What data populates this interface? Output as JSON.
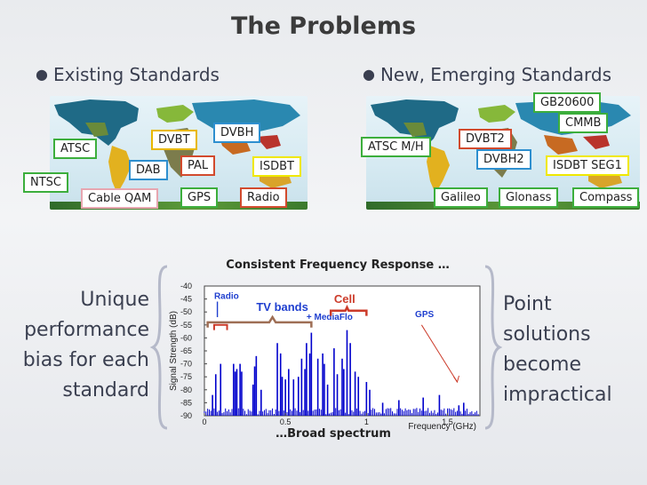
{
  "title": "The Problems",
  "left_section": {
    "bullet": "Existing Standards",
    "tags": {
      "atsc": "ATSC",
      "dvbt": "DVBT",
      "dvbh": "DVBH",
      "ntsc": "NTSC",
      "dab": "DAB",
      "pal": "PAL",
      "isdbt": "ISDBT",
      "cable_qam": "Cable QAM",
      "gps": "GPS",
      "radio": "Radio"
    }
  },
  "right_section": {
    "bullet": "New, Emerging Standards",
    "tags": {
      "gb20600": "GB20600",
      "cmmb": "CMMB",
      "atsc_mh": "ATSC M/H",
      "dvbt2": "DVBT2",
      "dvbh2": "DVBH2",
      "isdbt_seg1": "ISDBT SEG1",
      "galileo": "Galileo",
      "glonass": "Glonass",
      "compass": "Compass"
    }
  },
  "side_left": [
    "Unique",
    "performance",
    "bias for each",
    "standard"
  ],
  "side_right": [
    "Point",
    "solutions",
    "become",
    "impractical"
  ],
  "chart_title": "Consistent Frequency Response …",
  "chart_subtitle": "…Broad spectrum",
  "colors": {
    "tag_green": "#3cae3c",
    "tag_gold": "#e8b800",
    "tag_red": "#d24a2d",
    "tag_blue": "#2e8fcf",
    "tag_yellow": "#f0e800",
    "tag_pink": "#e7a6b0",
    "spectrum": "#0000cc",
    "annotation_blue": "#1f3fcf",
    "annotation_red": "#cc3b2a"
  },
  "chart_data": {
    "type": "line",
    "xlabel": "Frequency (GHz)",
    "ylabel": "Signal Strength (dB)",
    "xlim": [
      0,
      1.7
    ],
    "ylim": [
      -90,
      -40
    ],
    "x_ticks": [
      0,
      0.5,
      1,
      1.5
    ],
    "x_tick_labels": [
      "0",
      "0.5",
      "1",
      "1.5"
    ],
    "y_ticks": [
      -40,
      -45,
      -50,
      -55,
      -60,
      -65,
      -70,
      -75,
      -80,
      -85,
      -90
    ],
    "y_tick_labels": [
      "-40",
      "-45",
      "-50",
      "-55",
      "-60",
      "-65",
      "-70",
      "-75",
      "-80",
      "-85",
      "-90"
    ],
    "noise_floor": -87,
    "series": [
      {
        "values_x": [
          0.05,
          0.07,
          0.1,
          0.18,
          0.19,
          0.2,
          0.22,
          0.23,
          0.3,
          0.31,
          0.32,
          0.35,
          0.45,
          0.47,
          0.48,
          0.5,
          0.52,
          0.55,
          0.58,
          0.6,
          0.62,
          0.63,
          0.65,
          0.66,
          0.7,
          0.73,
          0.74,
          0.76,
          0.8,
          0.82,
          0.85,
          0.86,
          0.88,
          0.9,
          0.93,
          0.95,
          1.0,
          1.02,
          1.1,
          1.2,
          1.35,
          1.45,
          1.57,
          1.6
        ],
        "values_y": [
          -82,
          -74,
          -70,
          -70,
          -73,
          -72,
          -70,
          -73,
          -78,
          -71,
          -67,
          -80,
          -62,
          -66,
          -75,
          -76,
          -72,
          -76,
          -75,
          -68,
          -72,
          -62,
          -66,
          -58,
          -68,
          -66,
          -70,
          -78,
          -64,
          -74,
          -68,
          -72,
          -57,
          -62,
          -73,
          -75,
          -77,
          -80,
          -85,
          -84,
          -83,
          -82,
          -86,
          -85
        ]
      }
    ],
    "annotations": [
      {
        "text": "Radio",
        "x": 0.05
      },
      {
        "text": "TV bands",
        "x": 0.4
      },
      {
        "text": "+ MediaFlo",
        "x": 0.72
      },
      {
        "text": "Cell",
        "x": 0.87
      },
      {
        "text": "GPS",
        "x": 1.57
      }
    ]
  }
}
